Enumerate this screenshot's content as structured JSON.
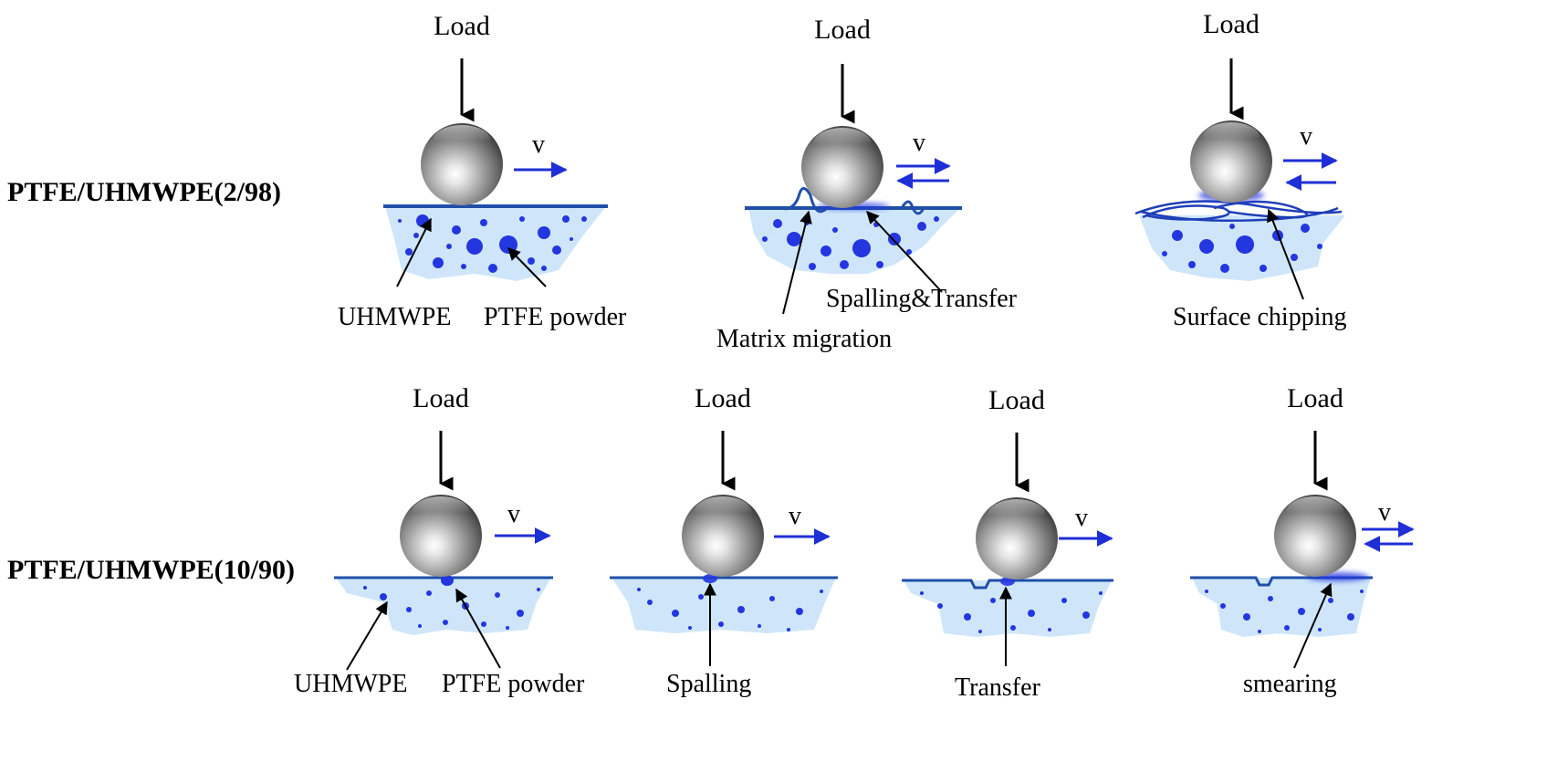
{
  "rows": [
    {
      "label": "PTFE/UHMWPE(2/98)",
      "panels": [
        {
          "load": "Load",
          "velocity": "v",
          "motion": "one-way",
          "wear": "none",
          "annotations": [
            "UHMWPE",
            "PTFE powder"
          ]
        },
        {
          "load": "Load",
          "velocity": "v",
          "motion": "reciprocating",
          "wear": "migration",
          "annotations": [
            "Spalling&Transfer",
            "Matrix migration"
          ]
        },
        {
          "load": "Load",
          "velocity": "v",
          "motion": "reciprocating",
          "wear": "chipping",
          "annotations": [
            "Surface chipping"
          ]
        }
      ]
    },
    {
      "label": "PTFE/UHMWPE(10/90)",
      "panels": [
        {
          "load": "Load",
          "velocity": "v",
          "motion": "one-way",
          "wear": "spot",
          "annotations": [
            "UHMWPE",
            "PTFE powder"
          ]
        },
        {
          "load": "Load",
          "velocity": "v",
          "motion": "one-way",
          "wear": "spot",
          "annotations": [
            "Spalling"
          ]
        },
        {
          "load": "Load",
          "velocity": "v",
          "motion": "one-way",
          "wear": "groove",
          "annotations": [
            "Transfer"
          ]
        },
        {
          "load": "Load",
          "velocity": "v",
          "motion": "reciprocating",
          "wear": "smear",
          "annotations": [
            "smearing"
          ]
        }
      ]
    }
  ],
  "colors": {
    "particle": "#2336e0",
    "substrate": "#cfe6fa",
    "surface_line": "#1f4fa8",
    "velocity_arrow": "#1f2fd6",
    "load_arrow": "#000000"
  }
}
